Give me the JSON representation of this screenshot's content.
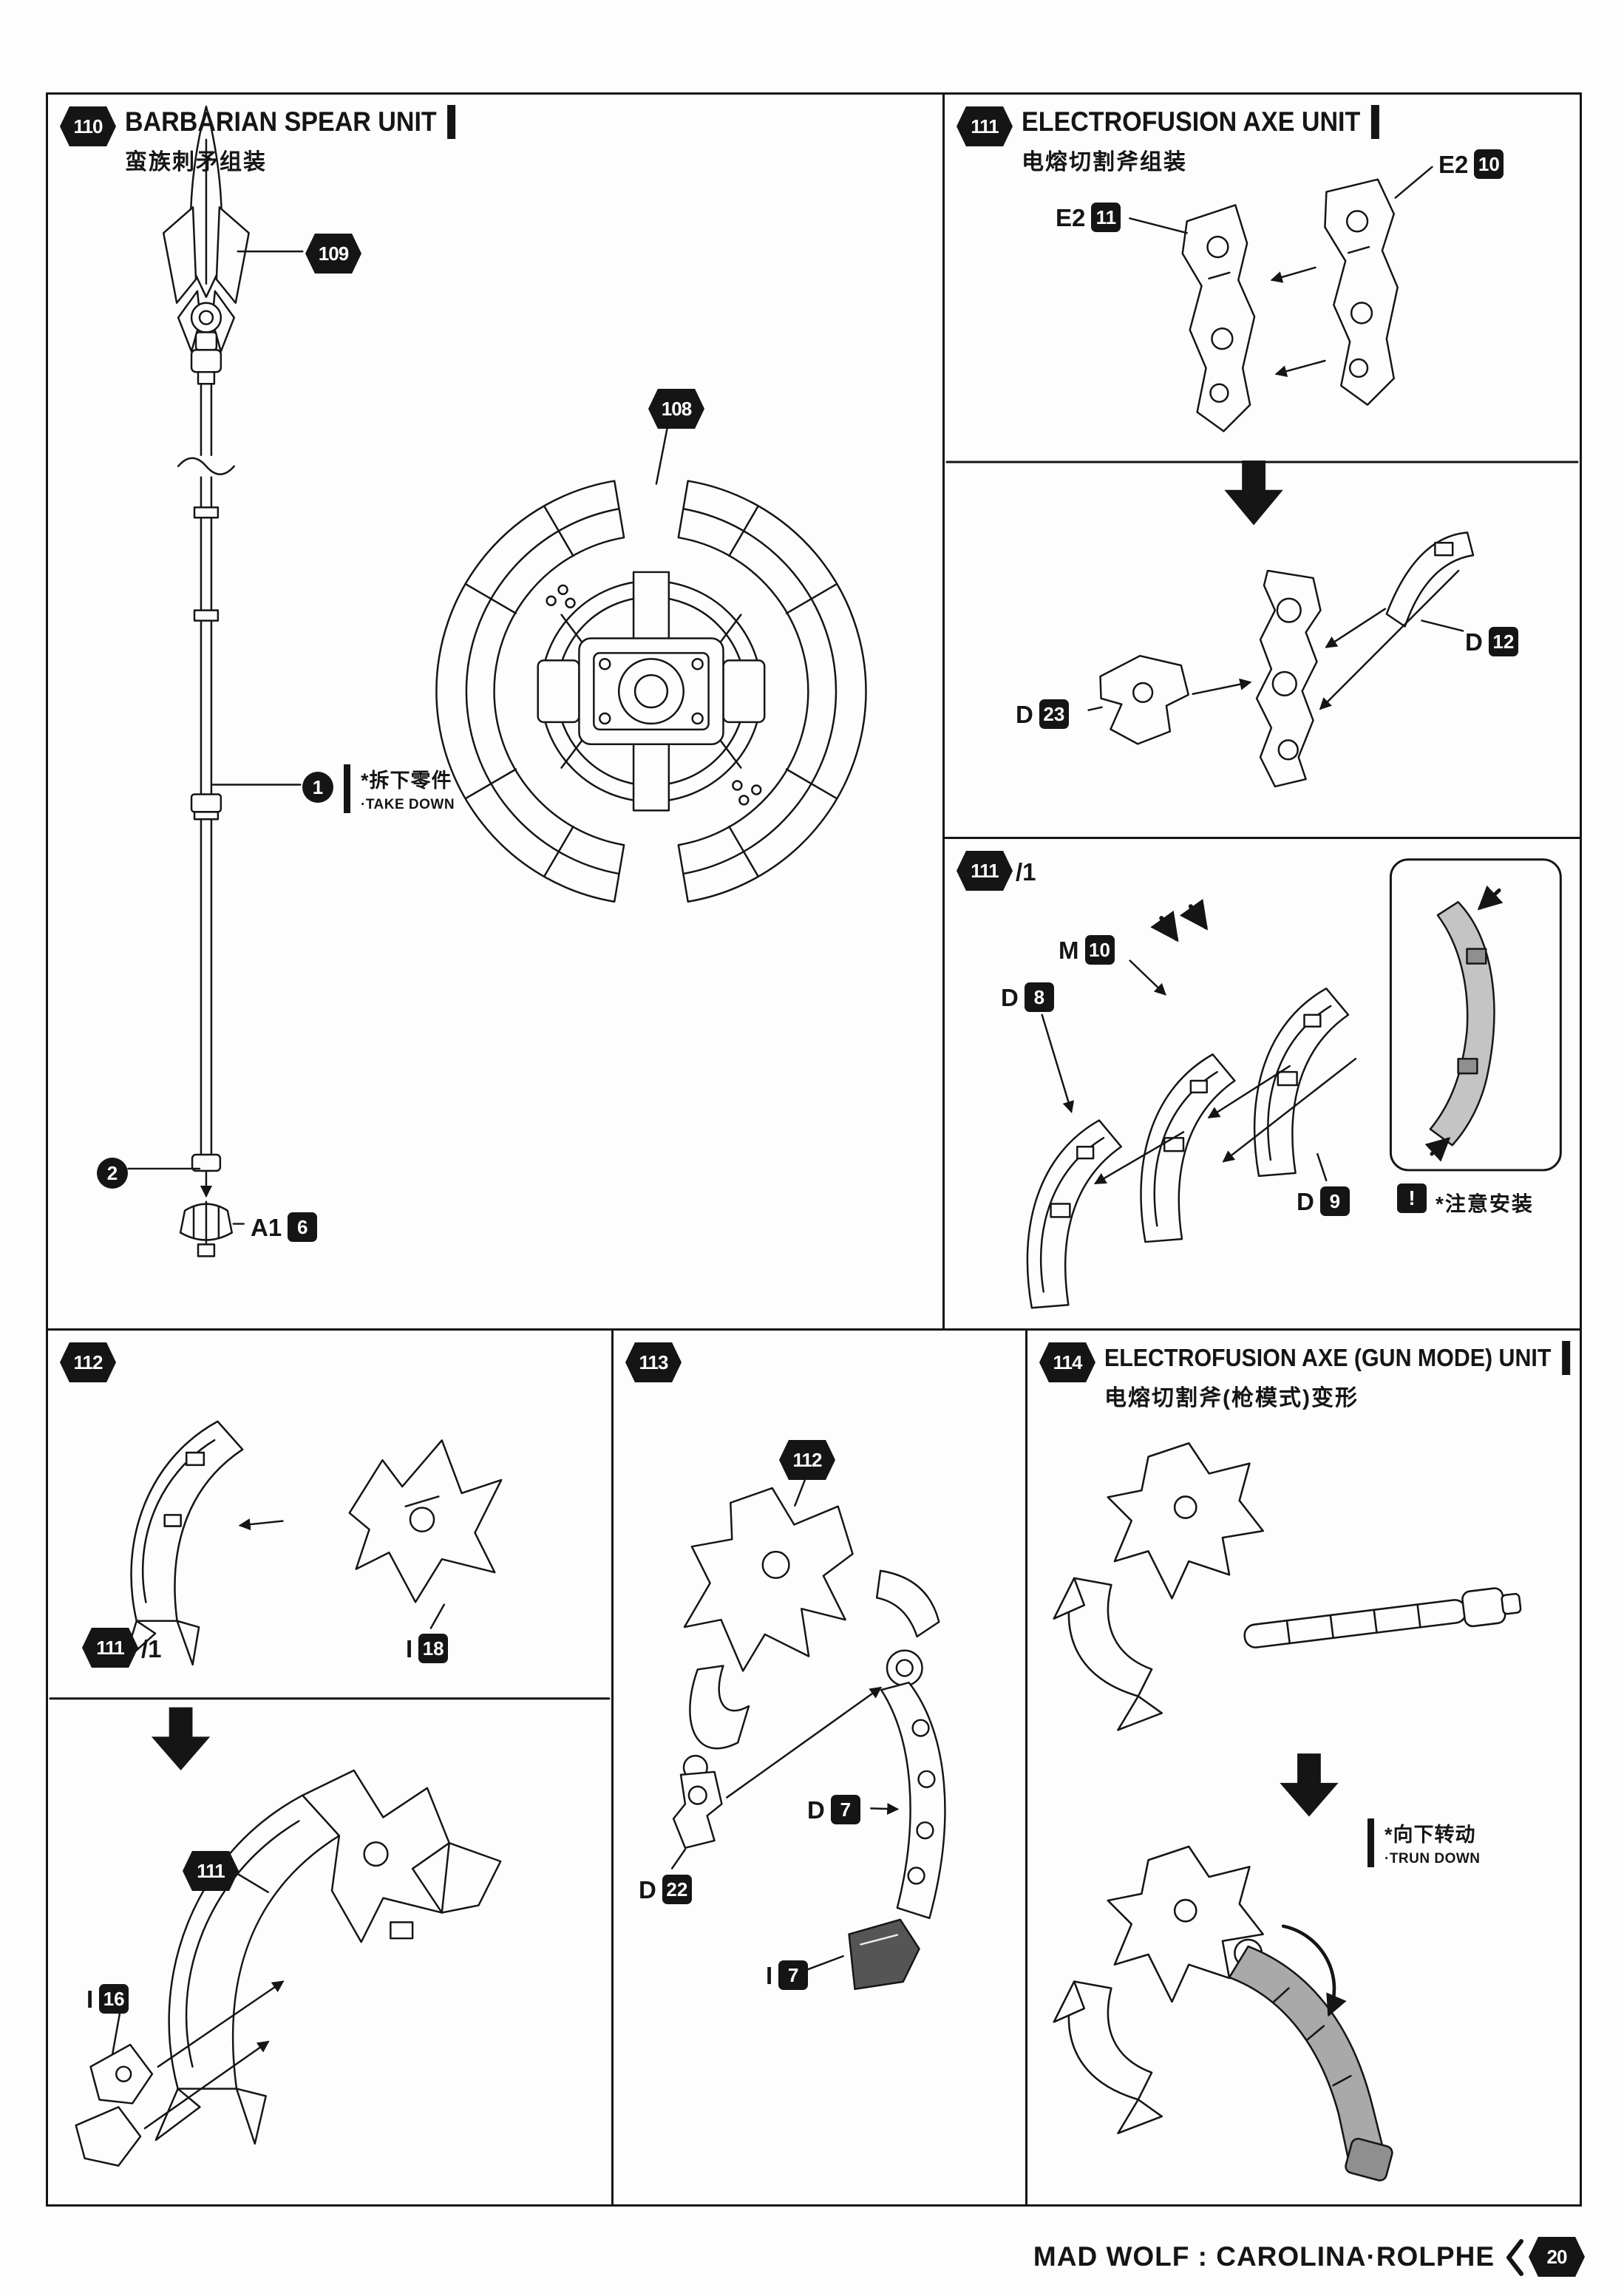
{
  "colors": {
    "ink": "#151515",
    "paper": "#fdfdfd",
    "clear_part_gray": "#c4c4c4",
    "handle_gray": "#a9a9a9"
  },
  "footer": {
    "series_title": "MAD WOLF : CAROLINA·ROLPHE",
    "page_number": "20"
  },
  "panel_110": {
    "step": "110",
    "title_en": "BARBARIAN SPEAR UNIT",
    "title_cn": "蛮族刺矛组装",
    "callouts": {
      "spearhead": "109",
      "shield": "108",
      "order_1": "1",
      "order_2": "2"
    },
    "note_takedown": {
      "cn": "*拆下零件",
      "en": "·TAKE DOWN"
    },
    "part_a1_6": {
      "code": "A1",
      "num": "6"
    }
  },
  "panel_111": {
    "step": "111",
    "title_en": "ELECTROFUSION AXE UNIT",
    "title_cn": "电熔切割斧组装",
    "part_e2_11": {
      "code": "E2",
      "num": "11"
    },
    "part_e2_10": {
      "code": "E2",
      "num": "10"
    },
    "part_d_23": {
      "code": "D",
      "num": "23"
    },
    "part_d_12": {
      "code": "D",
      "num": "12"
    }
  },
  "panel_111_1": {
    "step": "111",
    "substep": "/1",
    "part_m_10": {
      "code": "M",
      "num": "10"
    },
    "part_d_8": {
      "code": "D",
      "num": "8"
    },
    "part_d_9": {
      "code": "D",
      "num": "9"
    },
    "warning": {
      "icon": "!",
      "text": "*注意安装"
    }
  },
  "panel_112": {
    "step": "112",
    "ref_substep": {
      "step": "111",
      "substep": "/1"
    },
    "ref_step": "111",
    "part_i_18": {
      "code": "I",
      "num": "18"
    },
    "part_i_16": {
      "code": "I",
      "num": "16"
    }
  },
  "panel_113": {
    "step": "113",
    "ref_step": "112",
    "part_d_7": {
      "code": "D",
      "num": "7"
    },
    "part_d_22": {
      "code": "D",
      "num": "22"
    },
    "part_i_7": {
      "code": "I",
      "num": "7"
    }
  },
  "panel_114": {
    "step": "114",
    "title_en": "ELECTROFUSION AXE (GUN MODE) UNIT",
    "title_cn": "电熔切割斧(枪模式)变形",
    "note_turndown": {
      "cn": "*向下转动",
      "en": "·TRUN DOWN"
    }
  }
}
